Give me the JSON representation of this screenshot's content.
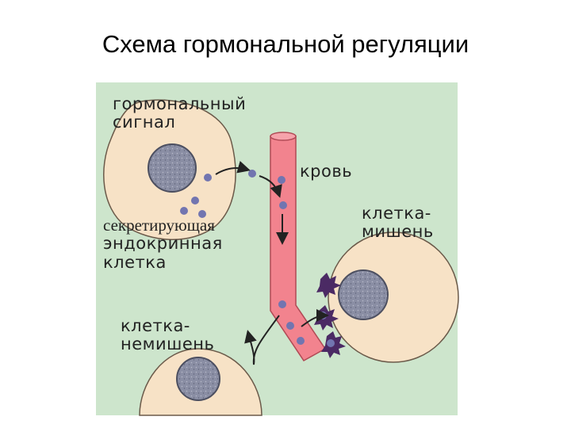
{
  "slide": {
    "title": "Схема гормональной регуляции"
  },
  "diagram": {
    "labels": {
      "signal_line1": "гормональный",
      "signal_line2": "сигнал",
      "blood": "кровь",
      "target_line1": "клетка-",
      "target_line2": "мишень",
      "secreting_line1": "секретирующая",
      "secreting_line2": "эндокринная",
      "secreting_line3": "клетка",
      "nontarget_line1": "клетка-",
      "nontarget_line2": "немишень"
    },
    "colors": {
      "background": "#cde5cc",
      "cell": "#f7e2c6",
      "nucleus": "#8a8ea4",
      "vessel": "#f2838e",
      "hormone": "#7275b0",
      "receptor": "#4b2a64"
    }
  }
}
